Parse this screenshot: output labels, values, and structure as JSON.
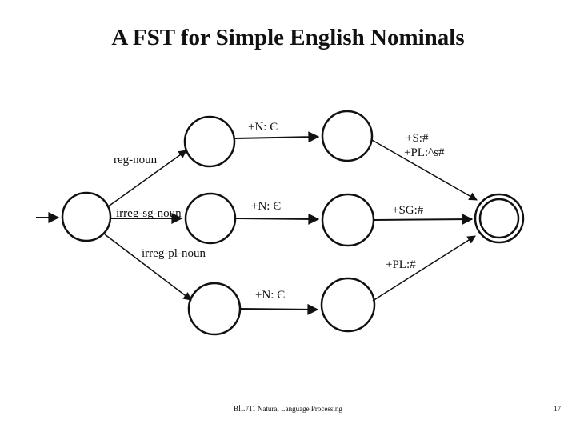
{
  "slide": {
    "title": "A FST for Simple English Nominals",
    "footer": "BİL711 Natural Language Processing",
    "page_number": "17"
  },
  "colors": {
    "ink": "#111111",
    "background": "#ffffff"
  },
  "diagram": {
    "type": "finite-state-transducer",
    "labels": {
      "reg_noun": "reg-noun",
      "irreg_sg_noun": "irreg-sg-noun",
      "irreg_pl_noun": "irreg-pl-noun",
      "plus_n_eps_top": "+N: Є",
      "plus_n_eps_mid": "+N: Є",
      "plus_n_eps_bottom": "+N: Є",
      "plus_s_hash": "+S:#",
      "plus_pl_caret_s_hash": "+PL:^s#",
      "plus_sg_hash": "+SG:#",
      "plus_pl_hash": "+PL:#"
    }
  }
}
